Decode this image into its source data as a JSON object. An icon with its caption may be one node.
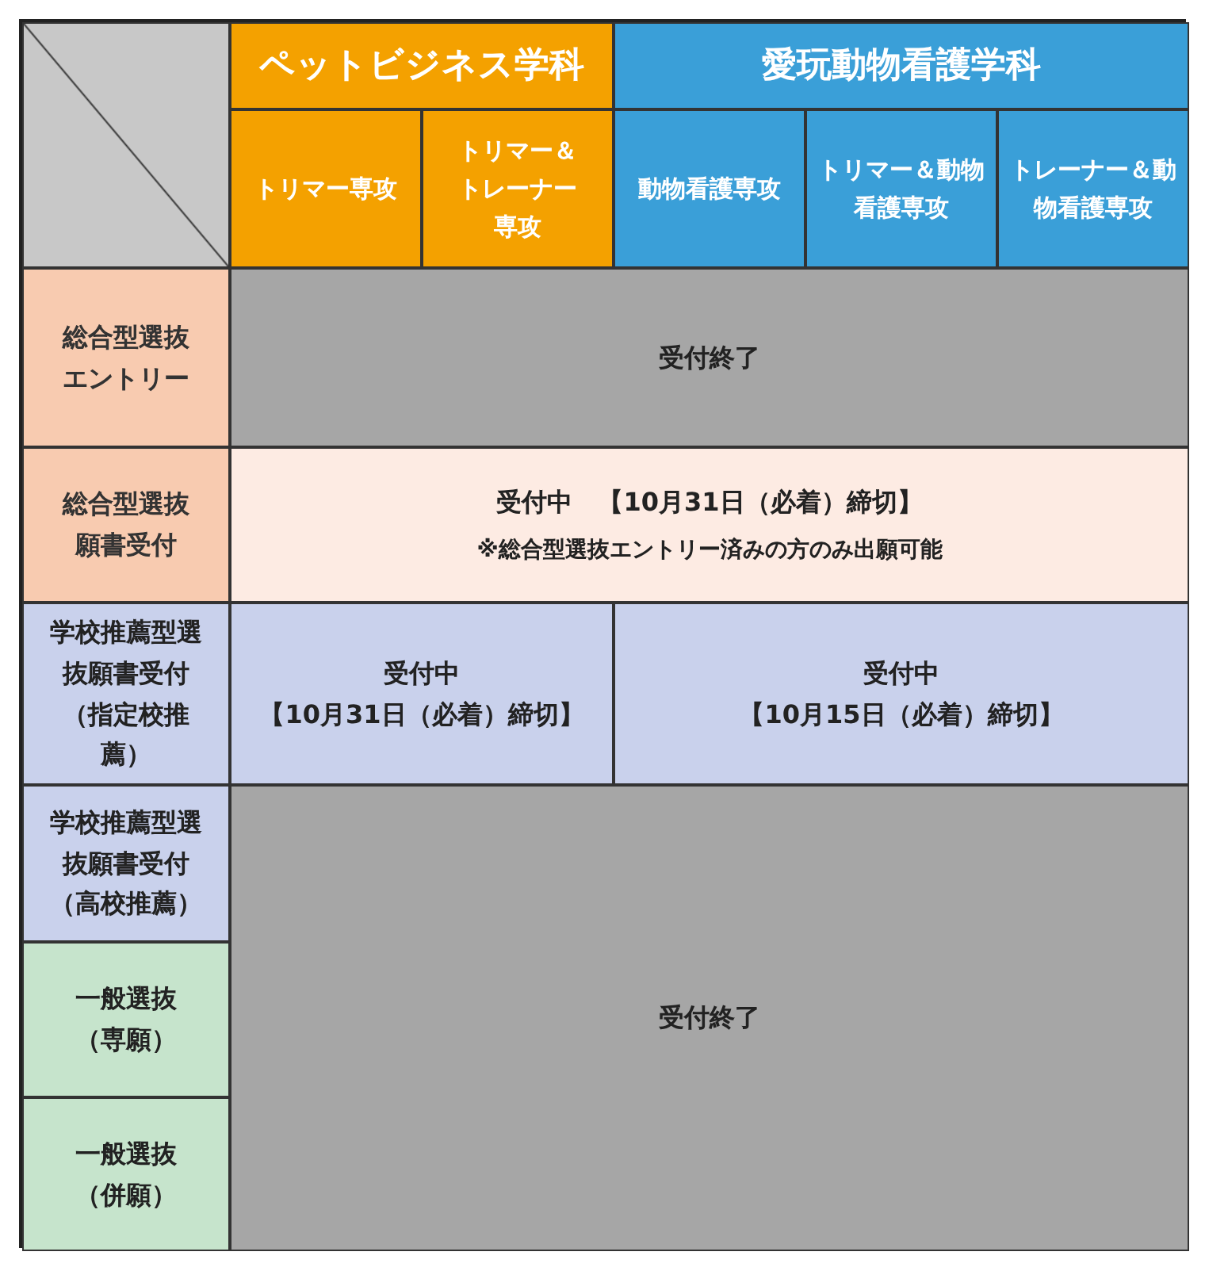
{
  "diagram": {
    "labels": [
      "ペットビジネス学科",
      "愛玩動物看護学科",
      "トリマー専攻",
      "トリマー＆トレーナー専攻",
      "動物看護専攻",
      "トリマー＆動物看護専攻",
      "トレーナー＆動物看護専攻",
      "総合型選抜エントリー",
      "受付終了",
      "総合型選抜願書受付",
      "受付中　【10月31日（必着）締切】",
      "※総合型選抜エントリー済みの方のみ出願可能",
      "学校推薦型選抜願書受付（指定校推薦）",
      "受付中",
      "【10月31日（必着）締切】",
      "受付中",
      "【10月15日（必着）締切】",
      "学校推薦型選抜願書受付（高校推薦）",
      "受付終了",
      "一般選抜（専願）",
      "一般選抜（併願）"
    ]
  }
}
